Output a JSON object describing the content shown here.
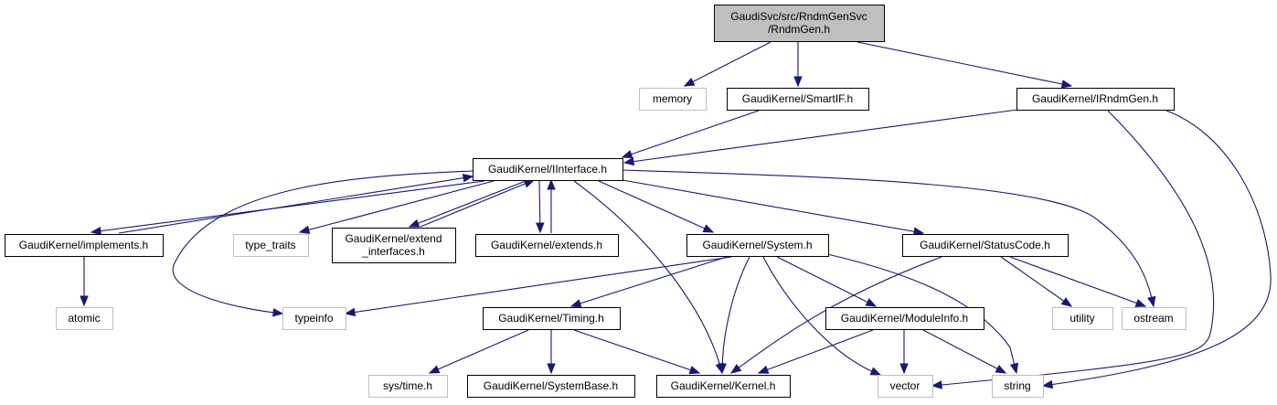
{
  "diagram": {
    "title": "GaudiSvc/src/RndmGenSvc/RndmGen.h",
    "type": "include-dependency-graph",
    "colors": {
      "edge": "#191970",
      "main_fill": "#bfbfbf",
      "local_border": "#000000",
      "system_border": "#bfbfbf"
    },
    "nodes": [
      {
        "id": "rndmgen",
        "kind": "main",
        "lines": [
          "GaudiSvc/src/RndmGenSvc",
          "/RndmGen.h"
        ]
      },
      {
        "id": "memory",
        "kind": "system",
        "lines": [
          "memory"
        ]
      },
      {
        "id": "smartif",
        "kind": "local",
        "lines": [
          "GaudiKernel/SmartIF.h"
        ]
      },
      {
        "id": "irndmgen",
        "kind": "local",
        "lines": [
          "GaudiKernel/IRndmGen.h"
        ]
      },
      {
        "id": "iinterface",
        "kind": "local",
        "lines": [
          "GaudiKernel/IInterface.h"
        ]
      },
      {
        "id": "implements",
        "kind": "local",
        "lines": [
          "GaudiKernel/implements.h"
        ]
      },
      {
        "id": "type_traits",
        "kind": "system",
        "lines": [
          "type_traits"
        ]
      },
      {
        "id": "extend_interfaces",
        "kind": "local",
        "lines": [
          "GaudiKernel/extend",
          "_interfaces.h"
        ]
      },
      {
        "id": "extends",
        "kind": "local",
        "lines": [
          "GaudiKernel/extends.h"
        ]
      },
      {
        "id": "system",
        "kind": "local",
        "lines": [
          "GaudiKernel/System.h"
        ]
      },
      {
        "id": "statuscode",
        "kind": "local",
        "lines": [
          "GaudiKernel/StatusCode.h"
        ]
      },
      {
        "id": "atomic",
        "kind": "system",
        "lines": [
          "atomic"
        ]
      },
      {
        "id": "typeinfo",
        "kind": "system",
        "lines": [
          "typeinfo"
        ]
      },
      {
        "id": "timing",
        "kind": "local",
        "lines": [
          "GaudiKernel/Timing.h"
        ]
      },
      {
        "id": "moduleinfo",
        "kind": "local",
        "lines": [
          "GaudiKernel/ModuleInfo.h"
        ]
      },
      {
        "id": "utility",
        "kind": "system",
        "lines": [
          "utility"
        ]
      },
      {
        "id": "ostream",
        "kind": "system",
        "lines": [
          "ostream"
        ]
      },
      {
        "id": "systime",
        "kind": "system",
        "lines": [
          "sys/time.h"
        ]
      },
      {
        "id": "systembase",
        "kind": "local",
        "lines": [
          "GaudiKernel/SystemBase.h"
        ]
      },
      {
        "id": "kernel",
        "kind": "local",
        "lines": [
          "GaudiKernel/Kernel.h"
        ]
      },
      {
        "id": "vector",
        "kind": "system",
        "lines": [
          "vector"
        ]
      },
      {
        "id": "string",
        "kind": "system",
        "lines": [
          "string"
        ]
      }
    ],
    "edges": [
      {
        "from": "rndmgen",
        "to": "memory"
      },
      {
        "from": "rndmgen",
        "to": "smartif"
      },
      {
        "from": "rndmgen",
        "to": "irndmgen"
      },
      {
        "from": "smartif",
        "to": "iinterface"
      },
      {
        "from": "irndmgen",
        "to": "iinterface"
      },
      {
        "from": "irndmgen",
        "to": "vector"
      },
      {
        "from": "irndmgen",
        "to": "string"
      },
      {
        "from": "iinterface",
        "to": "implements"
      },
      {
        "from": "implements",
        "to": "iinterface"
      },
      {
        "from": "iinterface",
        "to": "type_traits"
      },
      {
        "from": "iinterface",
        "to": "extend_interfaces"
      },
      {
        "from": "extend_interfaces",
        "to": "iinterface"
      },
      {
        "from": "iinterface",
        "to": "extends"
      },
      {
        "from": "extends",
        "to": "iinterface"
      },
      {
        "from": "iinterface",
        "to": "typeinfo"
      },
      {
        "from": "iinterface",
        "to": "kernel"
      },
      {
        "from": "iinterface",
        "to": "system"
      },
      {
        "from": "iinterface",
        "to": "statuscode"
      },
      {
        "from": "iinterface",
        "to": "ostream"
      },
      {
        "from": "implements",
        "to": "atomic"
      },
      {
        "from": "system",
        "to": "typeinfo"
      },
      {
        "from": "system",
        "to": "timing"
      },
      {
        "from": "system",
        "to": "kernel"
      },
      {
        "from": "system",
        "to": "vector"
      },
      {
        "from": "system",
        "to": "moduleinfo"
      },
      {
        "from": "system",
        "to": "string"
      },
      {
        "from": "statuscode",
        "to": "kernel"
      },
      {
        "from": "statuscode",
        "to": "utility"
      },
      {
        "from": "statuscode",
        "to": "ostream"
      },
      {
        "from": "timing",
        "to": "systime"
      },
      {
        "from": "timing",
        "to": "systembase"
      },
      {
        "from": "timing",
        "to": "kernel"
      },
      {
        "from": "moduleinfo",
        "to": "kernel"
      },
      {
        "from": "moduleinfo",
        "to": "vector"
      },
      {
        "from": "moduleinfo",
        "to": "string"
      }
    ]
  }
}
